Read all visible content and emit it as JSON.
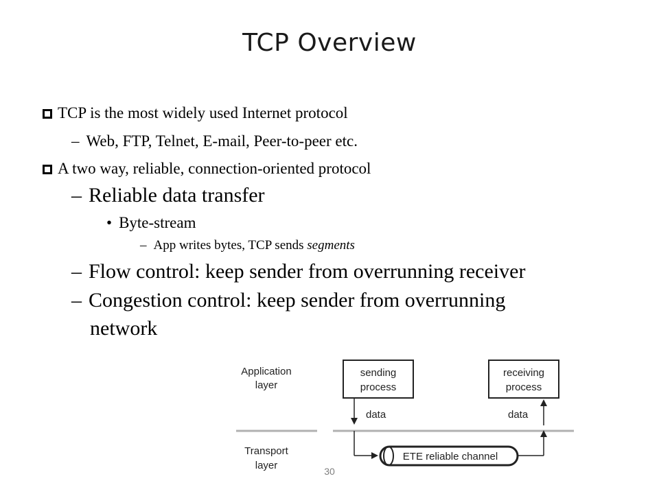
{
  "slide": {
    "title": "TCP Overview",
    "page_number": "30"
  },
  "bullets": {
    "b1": "TCP is the most widely used Internet protocol",
    "b1_sub": "Web, FTP, Telnet, E-mail, Peer-to-peer etc.",
    "b2": "A two way, reliable, connection-oriented protocol",
    "b2_sub1": "Reliable data transfer",
    "b2_sub1_item": "Byte-stream",
    "b2_sub1_item_detail_pre": "App writes bytes, TCP sends ",
    "b2_sub1_item_detail_em": "segments",
    "b2_sub2": "Flow control: keep sender from overrunning receiver",
    "b2_sub3_line1": "Congestion control: keep sender from overrunning",
    "b2_sub3_line2": "network"
  },
  "diagram": {
    "app_layer_line1": "Application",
    "app_layer_line2": "layer",
    "transport_layer_line1": "Transport",
    "transport_layer_line2": "layer",
    "sender_line1": "sending",
    "sender_line2": "process",
    "receiver_line1": "receiving",
    "receiver_line2": "process",
    "data_left": "data",
    "data_right": "data",
    "channel": "ETE reliable channel"
  }
}
